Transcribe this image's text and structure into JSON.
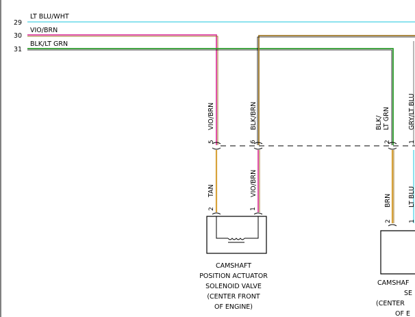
{
  "circuits": [
    {
      "number": "29",
      "label": "LT BLU/WHT"
    },
    {
      "number": "30",
      "label": "VIO/BRN"
    },
    {
      "number": "31",
      "label": "BLK/LT GRN"
    }
  ],
  "colors": {
    "lt_blu": "#66d9e8",
    "vio": "#dd3fa0",
    "brn": "#a07a2a",
    "tan": "#d8a23a",
    "grn": "#2a9a2a",
    "black": "#000000",
    "gry": "#888888"
  },
  "wire_labels": {
    "vio_brn_top": "VIO/BRN",
    "blk_brn_top": "BLK/BRN",
    "blk_lt_grn_top_a": "BLK/",
    "blk_lt_grn_top_b": "LT GRN",
    "gry_lt_blu_top": "GRY/LT BLU",
    "tan_low": "TAN",
    "vio_brn_low": "VIO/BRN",
    "brn_low": "BRN",
    "lt_blu_low": "LT BLU"
  },
  "pins": {
    "c1_5": "5",
    "c1_6": "6",
    "c1_2": "2",
    "c1_1": "1",
    "s1_2": "2",
    "s1_1": "1",
    "s2_2": "2",
    "s2_1": "1"
  },
  "components": {
    "actuator": {
      "line1": "CAMSHAFT",
      "line2": "POSITION ACTUATOR",
      "line3": "SOLENOID VALVE",
      "line4": "(CENTER FRONT",
      "line5": "OF ENGINE)"
    },
    "sensor": {
      "line1": "CAMSHAF",
      "line2": "SE",
      "line3": "(CENTER",
      "line4": "OF E"
    }
  }
}
